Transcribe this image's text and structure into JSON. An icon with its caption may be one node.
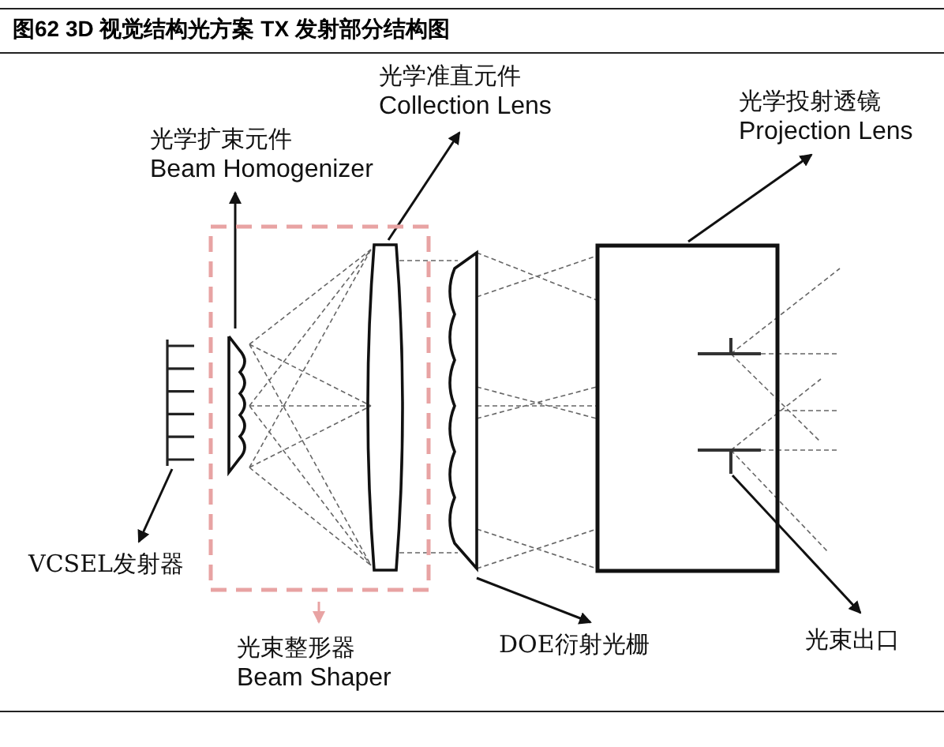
{
  "diagram": {
    "title": "图62 3D 视觉结构光方案 TX 发射部分结构图",
    "nodes": [
      {
        "text": [
          "光学扩束元件",
          "Beam Homogenizer"
        ]
      },
      {
        "text": [
          "光学准直元件",
          "Collection Lens"
        ]
      },
      {
        "text": [
          "光学投射透镜",
          "Projection Lens"
        ]
      },
      {
        "text": [],
        "shape": "array"
      },
      {
        "text": [],
        "shape": "box"
      },
      {
        "text": [],
        "shape": "lens",
        "in": 4
      },
      {
        "text": [],
        "shape": "lens",
        "in": 4
      },
      {
        "text": [],
        "shape": "grating"
      },
      {
        "text": [],
        "shape": "box"
      },
      {
        "text": [],
        "shape": "aperture",
        "in": 8
      },
      {
        "text": [
          "VCSEL发射器"
        ]
      },
      {
        "text": [
          "光束整形器",
          "Beam Shaper"
        ]
      },
      {
        "text": [
          "DOE衍射光栅"
        ]
      },
      {
        "text": [
          "光束出口"
        ]
      }
    ],
    "edges": [
      {
        "from": 5,
        "to": 0,
        "arrow": "to"
      },
      {
        "from": 6,
        "to": 1,
        "arrow": "to"
      },
      {
        "from": 8,
        "to": 2,
        "arrow": "to"
      },
      {
        "from": 3,
        "to": 10,
        "arrow": "to"
      },
      {
        "from": 4,
        "to": 11,
        "arrow": "to",
        "color": "#e8a3a3"
      },
      {
        "from": 7,
        "to": 12,
        "arrow": "to"
      },
      {
        "from": 9,
        "to": 13,
        "arrow": "to"
      }
    ]
  }
}
